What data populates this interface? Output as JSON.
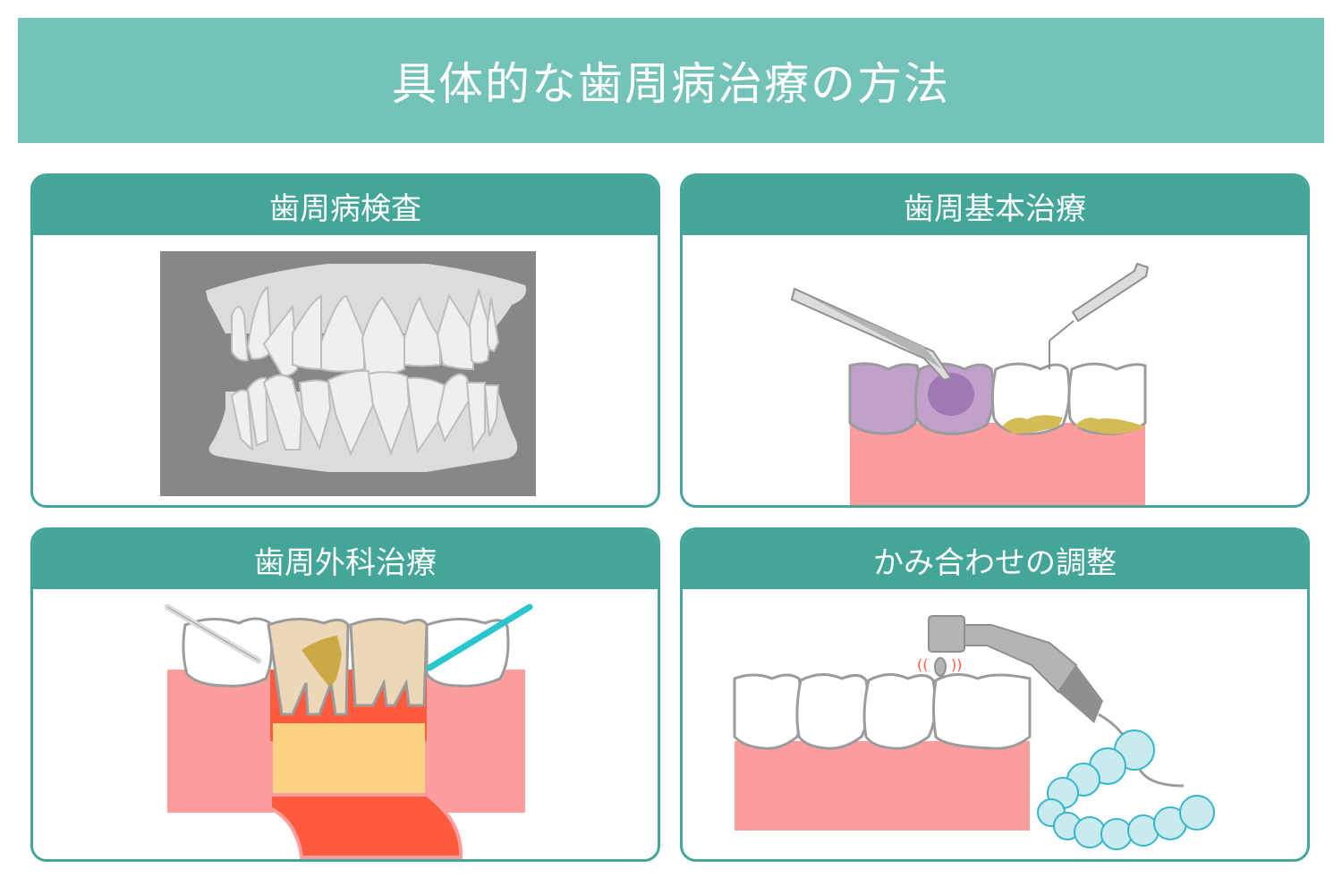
{
  "page": {
    "title": "具体的な歯周病治療の方法"
  },
  "colors": {
    "banner": "#73c3b8",
    "card_header": "#43a699",
    "card_border": "#43a699",
    "gum": "#fd9d9d",
    "tooth_outline": "#9b9b9b",
    "plaque_stain": "#c0a1cc",
    "tartar": "#d4bb55",
    "bone": "#fdd283",
    "flap": "#fd5a3e",
    "mouthpiece": "#c9ebee",
    "mouthpiece_outline": "#35b6cf",
    "probe_teal": "#28c6cf",
    "xray_bg": "#878787"
  },
  "cards": [
    {
      "title": "歯周病検査",
      "illustration": "x-ray-of-teeth"
    },
    {
      "title": "歯周基本治療",
      "illustration": "plaque-stained-teeth-with-tweezers-and-scaler"
    },
    {
      "title": "歯周外科治療",
      "illustration": "flap-surgery-cross-section"
    },
    {
      "title": "かみ合わせの調整",
      "illustration": "drill-adjusting-tooth-and-mouthpiece"
    }
  ]
}
